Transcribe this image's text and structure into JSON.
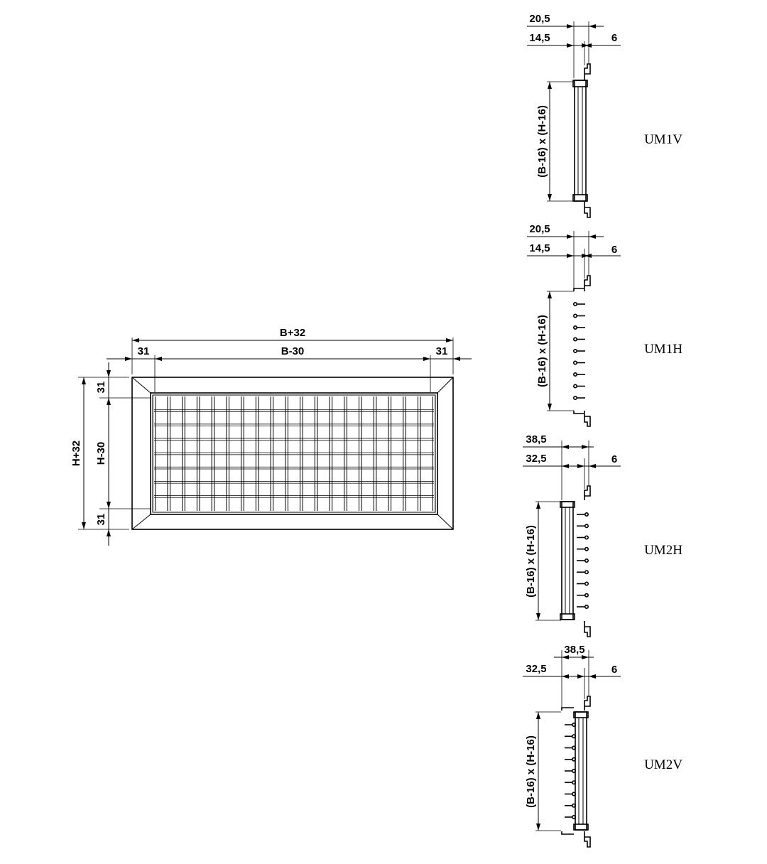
{
  "front_view": {
    "width_overall": "B+32",
    "width_inner": "B-30",
    "border_left": "31",
    "border_right": "31",
    "height_overall": "H+32",
    "height_inner": "H-30",
    "border_top": "31",
    "border_bottom": "31"
  },
  "sections": [
    {
      "label": "UM1V",
      "dim_outer": "20,5",
      "dim_inner": "14,5",
      "dim_offset": "6",
      "size_label": "(B-16) x (H-16)"
    },
    {
      "label": "UM1H",
      "dim_outer": "20,5",
      "dim_inner": "14,5",
      "dim_offset": "6",
      "size_label": "(B-16) x (H-16)"
    },
    {
      "label": "UM2H",
      "dim_outer": "38,5",
      "dim_inner": "32,5",
      "dim_offset": "6",
      "size_label": "(B-16) x (H-16)"
    },
    {
      "label": "UM2V",
      "dim_outer": "38,5",
      "dim_inner": "32,5",
      "dim_offset": "6",
      "size_label": "(B-16) x (H-16)"
    }
  ]
}
